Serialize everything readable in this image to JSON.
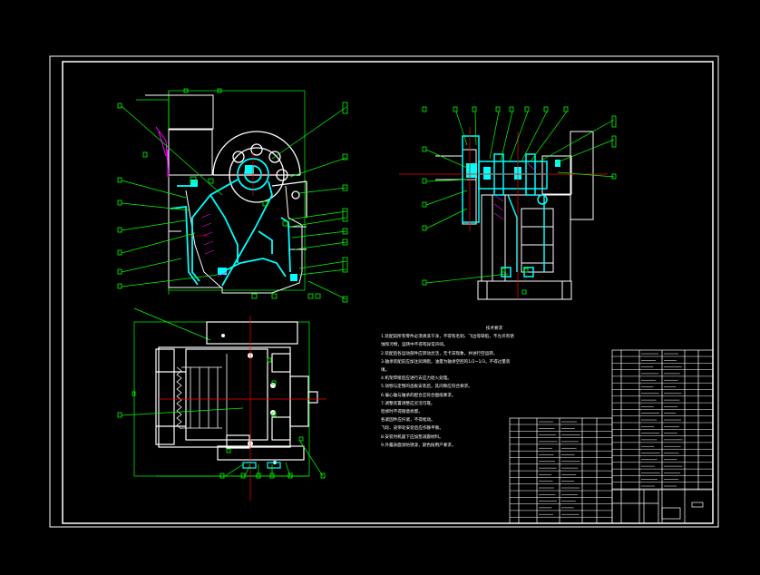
{
  "drawing": {
    "background": "#000000",
    "colors": {
      "border": "#ffffff",
      "outline": "#ffffff",
      "leaders": "#00ff00",
      "section": "#00ffff",
      "hatch": "#ff00ff",
      "centerline": "#ff0000",
      "balloons": "#00ff00"
    }
  },
  "technical_notes": {
    "title": "技术要求",
    "lines": [
      "1.装配前所有零件必须清洗干净，不得有毛刺、飞边等缺陷，不允许有锈",
      "  蚀和污物，运转中不得有异常声响。",
      "2.装配后各运动部件应转动灵活，无卡滞现象，并进行空运转。",
      "3.轴承装配前应加注润滑脂，油量为轴承空腔的1/2~1/3，不得过量装",
      "  填。",
      "4.机架焊接后应进行去应力退火处理。",
      "5.动颚与定颚的齿板安装后，其间隙应符合要求。",
      "6.偏心轴与轴承的配合应符合图纸要求。",
      "7.调整装置调整应灵活可靠。",
      "  检修时不得随意拆卸。",
      "  各紧固件应拧紧，不得松动。",
      "  飞轮、皮带轮安装后应作静平衡。",
      "8.安装时机座下应加垫减震材料。",
      "9.外露表面涂防锈漆，颜色按用户要求。"
    ]
  }
}
